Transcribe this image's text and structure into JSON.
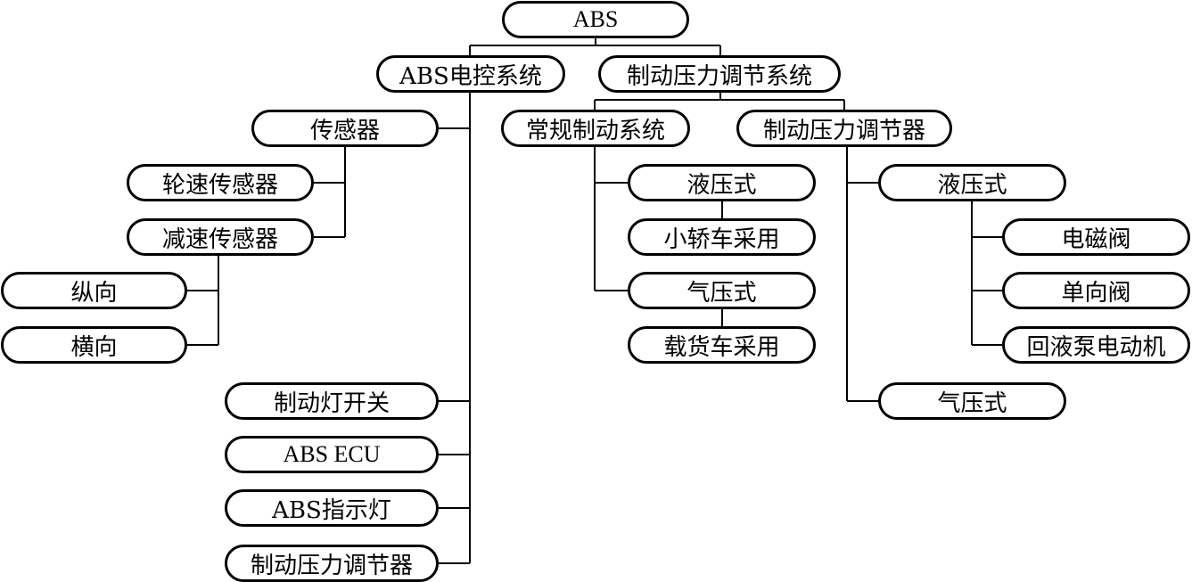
{
  "diagram": {
    "nodes": {
      "abs": "ABS",
      "abs_control_system": "ABS电控系统",
      "brake_pressure_regulation_system": "制动压力调节系统",
      "sensors": "传感器",
      "wheel_speed_sensor": "轮速传感器",
      "deceleration_sensor": "减速传感器",
      "longitudinal": "纵向",
      "lateral": "横向",
      "brake_light_switch": "制动灯开关",
      "abs_ecu": "ABS ECU",
      "abs_indicator_light": "ABS指示灯",
      "brake_pressure_regulator_left": "制动压力调节器",
      "conventional_brake_system": "常规制动系统",
      "conv_hydraulic": "液压式",
      "car_use": "小轿车采用",
      "conv_pneumatic": "气压式",
      "truck_use": "载货车采用",
      "brake_pressure_regulator_right": "制动压力调节器",
      "reg_hydraulic": "液压式",
      "solenoid_valve": "电磁阀",
      "check_valve": "单向阀",
      "return_pump_motor": "回液泵电动机",
      "reg_pneumatic": "气压式"
    }
  }
}
